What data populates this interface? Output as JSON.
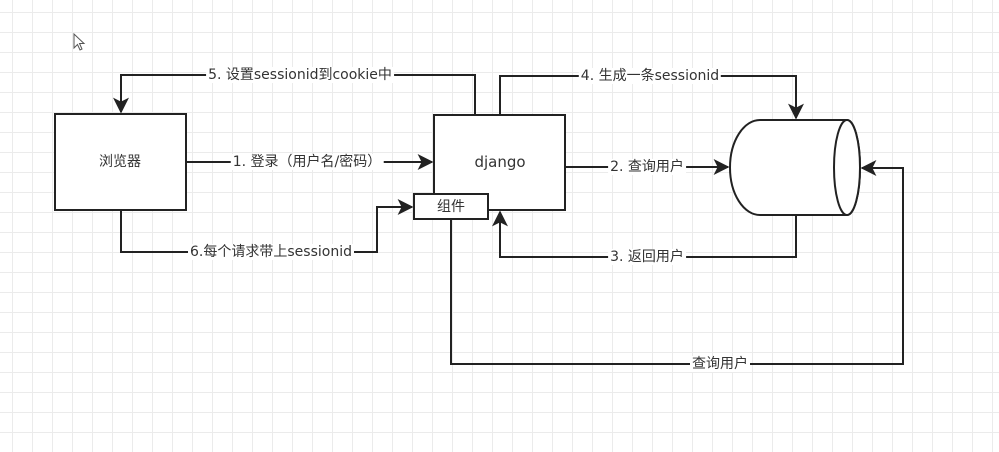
{
  "nodes": {
    "browser": "浏览器",
    "django": "django",
    "component": "组件",
    "database": ""
  },
  "edges": {
    "login": "1. 登录（用户名/密码）",
    "query_user": "2. 查询用户",
    "return_user": "3. 返回用户",
    "generate_session": "4. 生成一条sessionid",
    "set_cookie": "5. 设置sessionid到cookie中",
    "carry_session": "6.每个请求带上sessionid",
    "component_query": "查询用户"
  },
  "colors": {
    "stroke": "#222222",
    "text": "#333333",
    "grid": "#ebebeb"
  }
}
